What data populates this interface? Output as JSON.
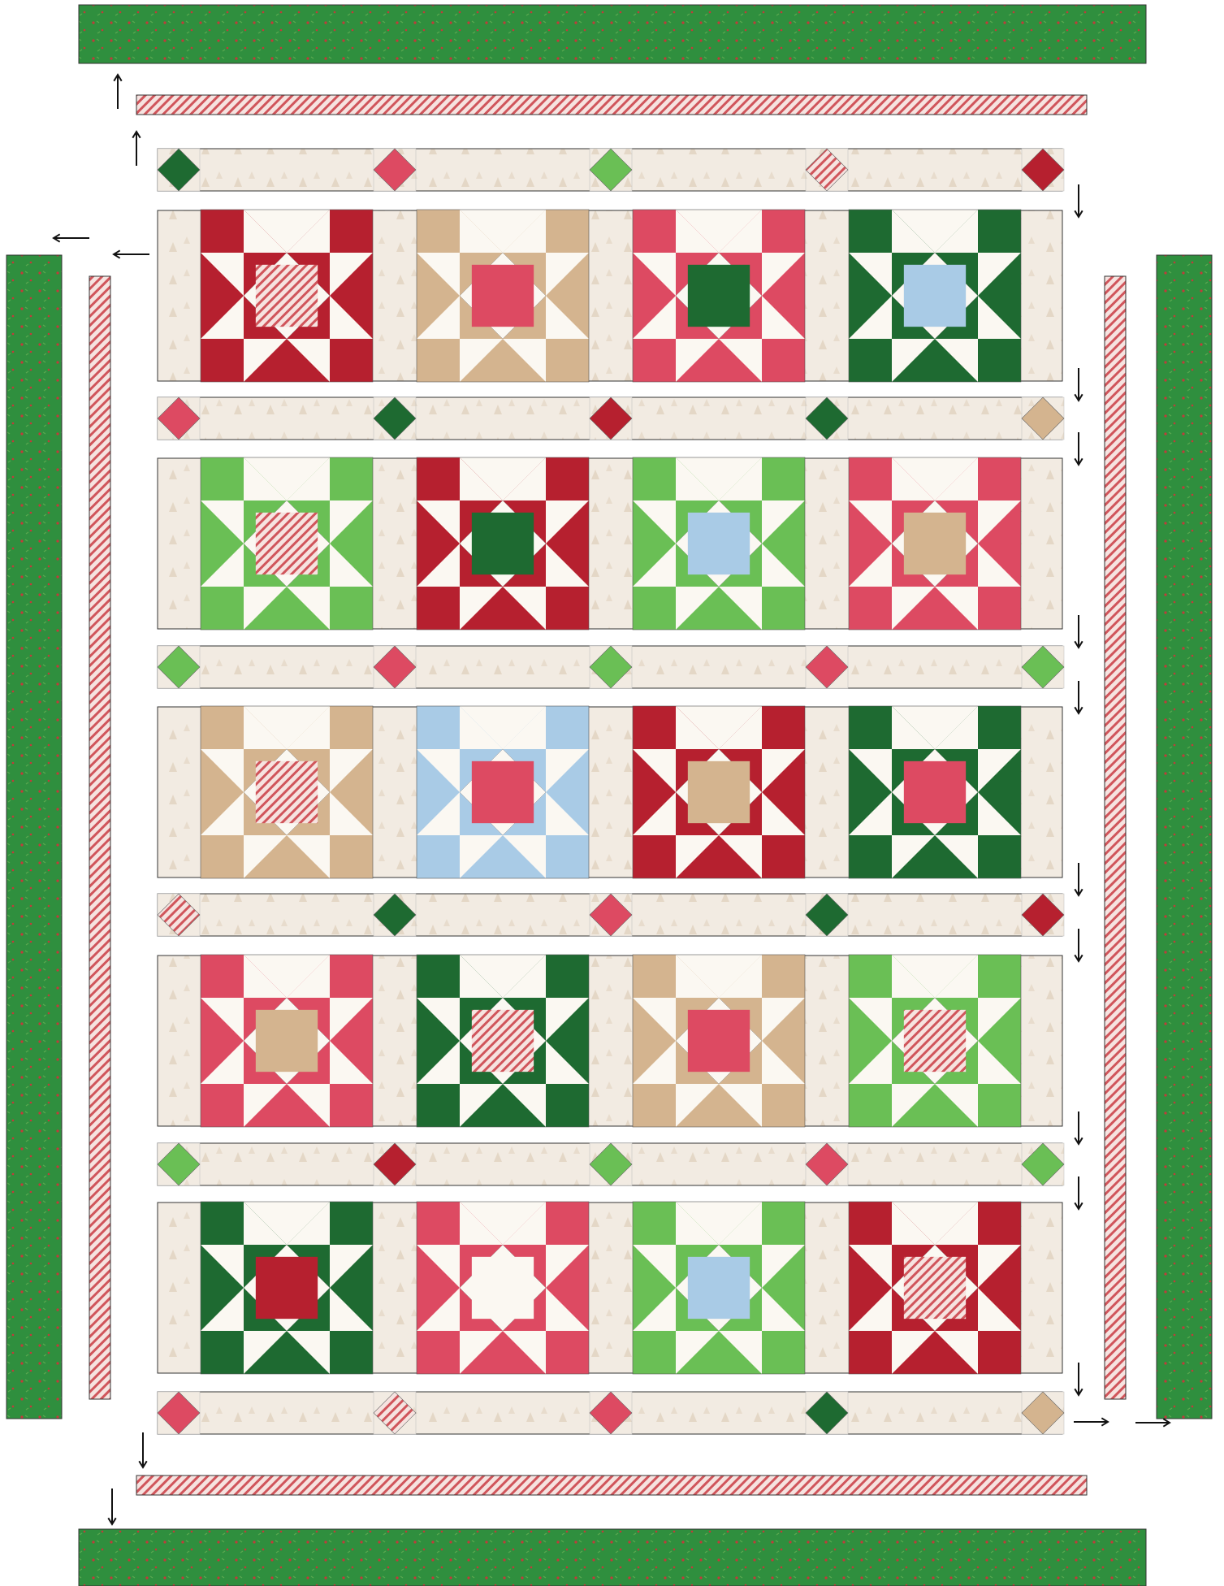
{
  "colors": {
    "green": "#2f8f3e",
    "dark_green": "#1e6a31",
    "light_green": "#6abf55",
    "red": "#b6202f",
    "pink": "#dd4a62",
    "tan": "#d4b48f",
    "blue": "#a9cbe6",
    "cream": "#f2ebe2",
    "white": "#fbf8f2",
    "stripe_a": "#f6e3e0",
    "stripe_b": "#d0555b"
  },
  "arrow_directions": {
    "top_border": "up",
    "side_borders_left": "left",
    "side_borders_right": "right",
    "bottom_border": "down",
    "between_rows": "down"
  },
  "star_blocks": [
    [
      "red",
      "tan",
      "pink",
      "dark_green"
    ],
    [
      "light_green",
      "red",
      "light_green",
      "pink"
    ],
    [
      "tan",
      "blue",
      "red",
      "dark_green"
    ],
    [
      "pink",
      "dark_green",
      "tan",
      "light_green"
    ],
    [
      "dark_green",
      "pink",
      "light_green",
      "red"
    ]
  ],
  "star_centers": [
    [
      "stripe",
      "pink",
      "dark_green",
      "blue"
    ],
    [
      "stripe",
      "dark_green",
      "blue",
      "tan"
    ],
    [
      "stripe",
      "pink",
      "tan",
      "pink"
    ],
    [
      "tan",
      "stripe",
      "pink",
      "stripe"
    ],
    [
      "red",
      "white",
      "blue",
      "stripe"
    ]
  ],
  "sashing_diamonds": [
    [
      "dark_green",
      "pink",
      "light_green",
      "stripe",
      "red"
    ],
    [
      "pink",
      "dark_green",
      "red",
      "dark_green",
      "tan"
    ],
    [
      "light_green",
      "pink",
      "light_green",
      "pink",
      "light_green"
    ],
    [
      "stripe",
      "dark_green",
      "pink",
      "dark_green",
      "red"
    ],
    [
      "light_green",
      "red",
      "light_green",
      "pink",
      "light_green"
    ],
    [
      "pink",
      "stripe",
      "pink",
      "dark_green",
      "tan"
    ]
  ]
}
